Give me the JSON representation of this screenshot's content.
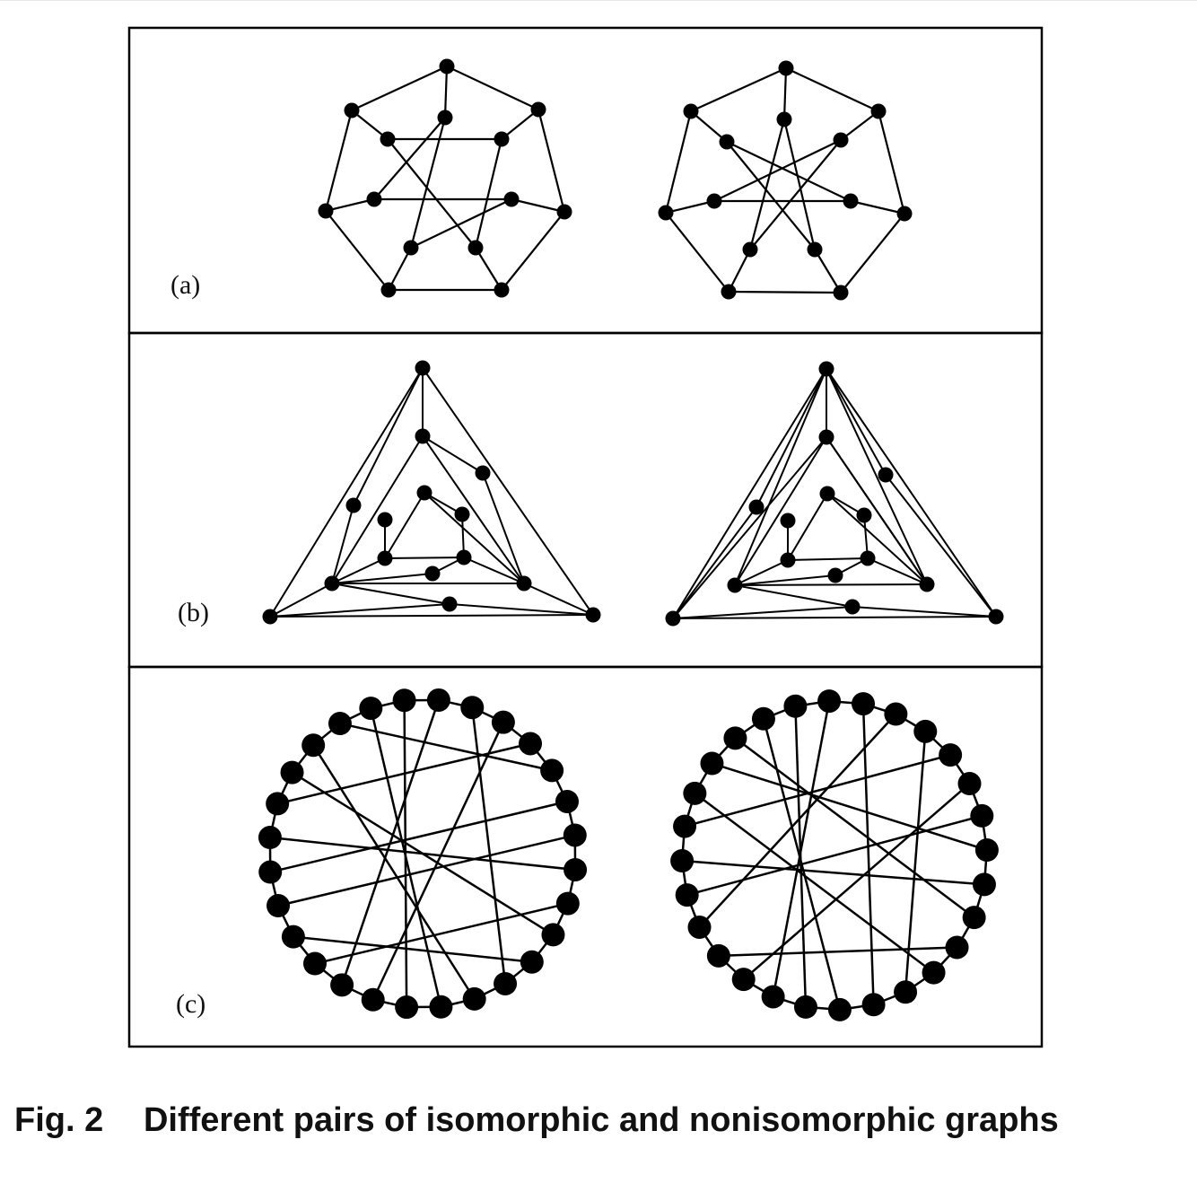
{
  "figure": {
    "panels": [
      {
        "id": "a",
        "label": "(a)"
      },
      {
        "id": "b",
        "label": "(b)"
      },
      {
        "id": "c",
        "label": "(c)"
      }
    ]
  },
  "caption": {
    "figure_number": "Fig. 2",
    "text": "Different pairs of isomorphic and nonisomorphic graphs"
  }
}
